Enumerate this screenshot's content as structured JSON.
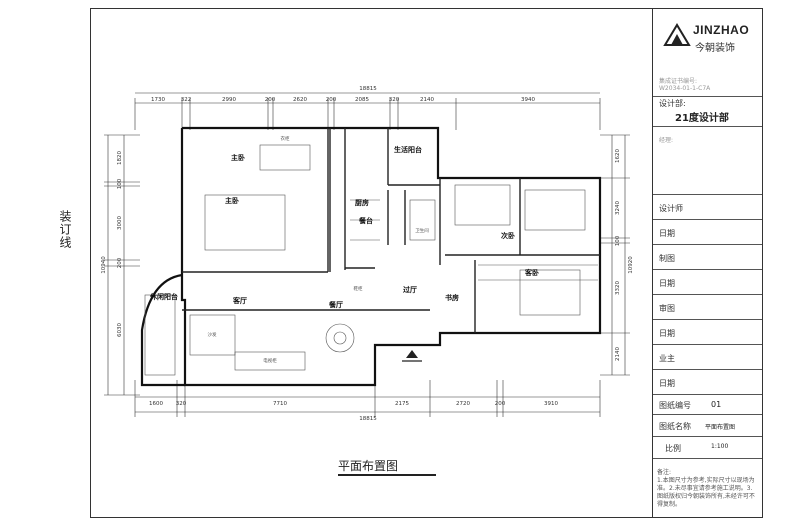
{
  "sheet": {
    "binding_label": "装订线",
    "plan_title": "平面布置图"
  },
  "logo": {
    "brand": "JINZHAO",
    "brand_cn": "今朝装饰",
    "icon": "mountain-logo-icon"
  },
  "title_block": {
    "cert_label": "集成证书编号:",
    "cert_value": "W2034-01-1-C7A",
    "designer_dept_label": "设计部:",
    "designer_dept": "21度设计部",
    "manager_label": "经理:",
    "designer_label": "设计师",
    "date1_label": "日期",
    "drafter_label": "制图",
    "date2_label": "日期",
    "review_label": "审图",
    "date3_label": "日期",
    "owner_label": "业主",
    "date4_label": "日期",
    "drawing_no_label": "图纸编号",
    "drawing_no": "01",
    "drawing_name_label": "图纸名称",
    "drawing_name": "平面布置图",
    "scale_label": "比例",
    "scale": "1:100",
    "notes_label": "备注:",
    "notes_text": "1.本图尺寸为参考,实际尺寸以现场为准。2.未尽事宜请参考施工说明。3.图纸版权归今朝装饰所有,未经许可不得复制。"
  },
  "dimensions": {
    "top_total": "18815",
    "top": [
      "1730",
      "322",
      "2990",
      "200",
      "2620",
      "200",
      "2085",
      "320",
      "2140",
      "3940"
    ],
    "bottom": [
      "1600",
      "320",
      "7710",
      "2175",
      "2720",
      "200",
      "3910"
    ],
    "bottom_total": "18815",
    "left": [
      "1820",
      "100",
      "3000",
      "200",
      "6030"
    ],
    "left_total": "10940",
    "right": [
      "1620",
      "3240",
      "100",
      "3320",
      "2140"
    ],
    "right_total": "10920"
  },
  "rooms": {
    "master_bedroom_title": "主卧",
    "master_bedroom": "主卧",
    "kitchen": "厨房",
    "living_balcony": "生活阳台",
    "dining_sink": "餐台",
    "bedroom_b": "次卧",
    "guest_room": "客卧",
    "leisure_balcony": "休闲阳台",
    "living_room": "客厅",
    "dining_room": "餐厅",
    "corridor": "过厅",
    "study": "书房",
    "wardrobe_label": "衣柜",
    "tv_cabinet": "电视柜",
    "sofa": "沙发",
    "shoe_cabinet": "鞋柜",
    "bathroom": "卫生间"
  }
}
